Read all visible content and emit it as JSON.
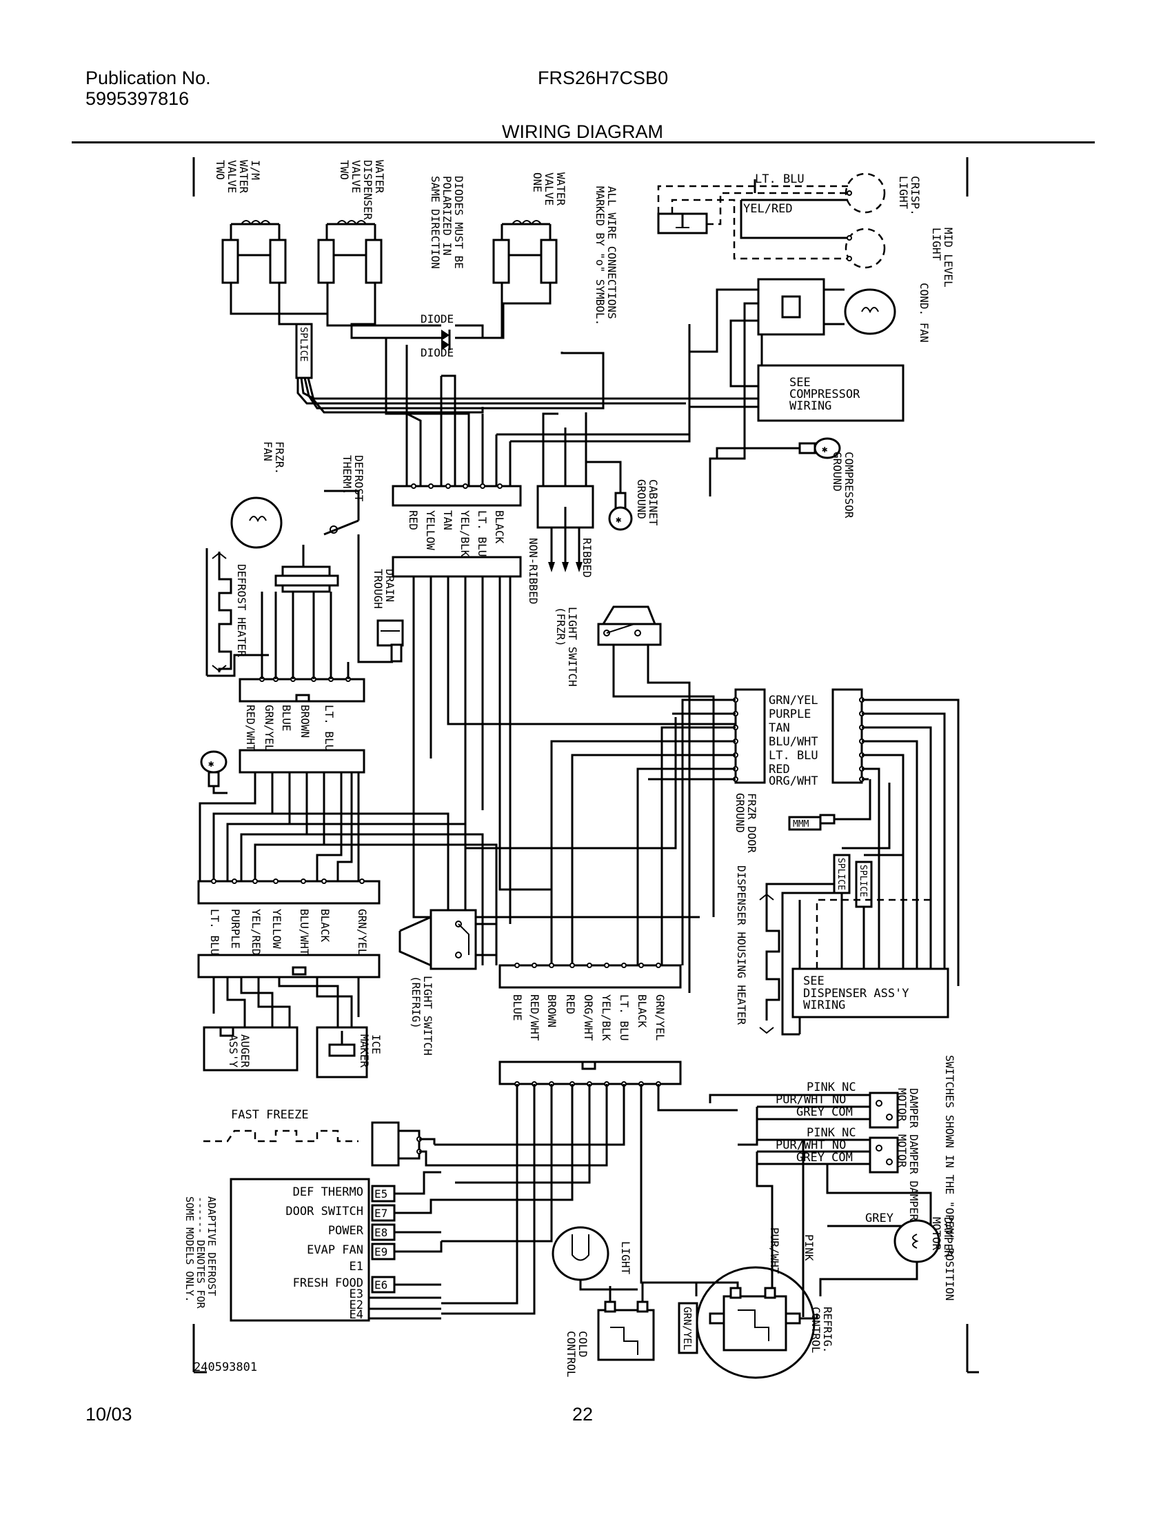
{
  "header": {
    "publication_label": "Publication No.",
    "publication_number": "5995397816",
    "model": "FRS26H7CSB0",
    "title": "WIRING DIAGRAM"
  },
  "footer": {
    "date": "10/03",
    "page": "22"
  },
  "diagram": {
    "part_number": "240593801",
    "top": {
      "im_water_valve": [
        "I/M",
        "WATER",
        "VALVE",
        "TWO"
      ],
      "water_dispenser_valve": [
        "WATER",
        "DISPENSER",
        "VALVE",
        "TWO"
      ],
      "diodes_note": [
        "DIODES MUST BE",
        "POLARIZED IN",
        "SAME DIRECTION"
      ],
      "water_valve_one": [
        "WATER",
        "VALVE",
        "ONE"
      ],
      "connections_note": [
        "ALL WIRE CONNECTIONS",
        "MARKED BY \"o\" SYMBOL."
      ],
      "diode_label": "DIODE",
      "splice": "SPLICE",
      "lt_blu": "LT. BLU",
      "yel_red": "YEL/RED",
      "crisp_light": [
        "CRISP.",
        "LIGHT"
      ],
      "mid_level_light": [
        "MID LEVEL",
        "LIGHT"
      ],
      "cond_fan": "COND. FAN",
      "compressor_wiring": [
        "SEE",
        "COMPRESSOR",
        "WIRING"
      ],
      "compressor_ground": [
        "COMPRESSOR",
        "GROUND"
      ],
      "cabinet_ground": [
        "CABINET",
        "GROUND"
      ]
    },
    "middle": {
      "frzr_fan": [
        "FRZR.",
        "FAN"
      ],
      "defrost_therm": [
        "DEFROST",
        "THERM."
      ],
      "defrost_heater": "DEFROST HEATER",
      "drain_trough": [
        "DRAIN",
        "TROUGH"
      ],
      "conn1_wires": [
        "RED",
        "YELLOW",
        "TAN",
        "YEL/BLK",
        "LT. BLU",
        "BLACK"
      ],
      "ribbed": "RIBBED",
      "non_ribbed": "NON-RIBBED",
      "light_switch_frzr": [
        "LIGHT SWITCH",
        "(FRZR)"
      ],
      "conn2_wires": [
        "RED/WHT",
        "GRN/YEL",
        "BLUE",
        "BROWN",
        "LT. BLU"
      ],
      "right_conn_wires": [
        "GRN/YEL",
        "PURPLE",
        "TAN",
        "BLU/WHT",
        "LT. BLU",
        "RED",
        "ORG/WHT"
      ],
      "frzr_door_ground": [
        "FRZR DOOR",
        "GROUND"
      ],
      "dispenser_housing_heater": "DISPENSER HOUSING HEATER",
      "dispenser_assy_wiring": [
        "SEE",
        "DISPENSER ASS'Y",
        "WIRING"
      ]
    },
    "lower": {
      "conn3_wires": [
        "LT. BLU",
        "PURPLE",
        "YEL/RED",
        "YELLOW",
        "BLU/WHT",
        "BLACK",
        "GRN/YEL"
      ],
      "auger_assy": [
        "AUGER",
        "ASS'Y"
      ],
      "ice_maker": [
        "ICE",
        "MAKER"
      ],
      "light_switch_refrig": [
        "LIGHT SWITCH",
        "(REFRIG)"
      ],
      "conn4_wires": [
        "BLUE",
        "RED/WHT",
        "BROWN",
        "RED",
        "ORG/WHT",
        "YEL/BLK",
        "LT. BLU",
        "BLACK",
        "GRN/YEL"
      ],
      "switches_note": [
        "SWITCHES SHOWN IN THE \"OPEN\" POSITION"
      ],
      "damper_switch_1": [
        "PINK NC",
        "PUR/WHT NO",
        "GREY COM"
      ],
      "damper_switch_2": [
        "PINK NC",
        "PUR/WHT NO",
        "GREY COM"
      ],
      "damper_motor_1": [
        "DAMPER",
        "MOTOR"
      ],
      "damper_damper_motor": [
        "DAMPER DAMPER",
        "MOTOR"
      ],
      "fast_freeze": "FAST FREEZE",
      "control_terms": [
        {
          "name": "DEF THERMO",
          "code": "E5"
        },
        {
          "name": "DOOR SWITCH",
          "code": "E7"
        },
        {
          "name": "POWER",
          "code": "E8"
        },
        {
          "name": "EVAP FAN",
          "code": "E9"
        },
        {
          "name": "E1",
          "code": ""
        },
        {
          "name": "FRESH FOOD",
          "code": "E6"
        },
        {
          "name": "E3",
          "code": ""
        },
        {
          "name": "E2",
          "code": ""
        },
        {
          "name": "E4",
          "code": ""
        }
      ],
      "adaptive_note": [
        "ADAPTIVE DEFROST",
        "------ DENOTES FOR",
        "SOME MODELS ONLY."
      ],
      "light": "LIGHT",
      "pur_wht": "PUR/WHT",
      "pink": "PINK",
      "grey": "GREY",
      "grn_yel": "GRN/YEL",
      "cold_control": [
        "COLD",
        "CONTROL"
      ],
      "refrig_control": [
        "REFRIG.",
        "CONTROL"
      ],
      "damper_motor_2": [
        "DAMPER",
        "MOTOR"
      ]
    }
  }
}
